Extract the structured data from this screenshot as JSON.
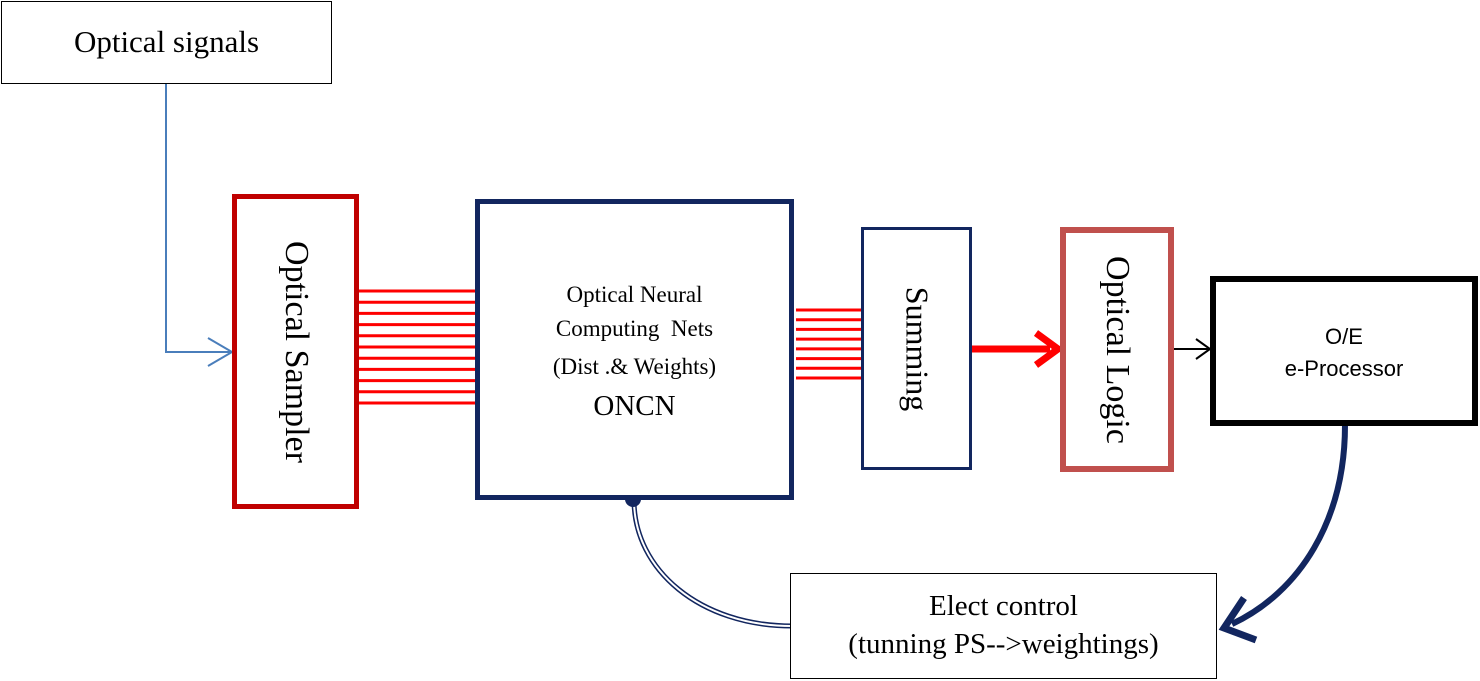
{
  "nodes": {
    "optical_signals": "Optical signals",
    "optical_sampler": "Optical Sampler",
    "oncn": {
      "line1": "Optical Neural",
      "line2": "Computing  Nets",
      "line3": "(Dist .& Weights)",
      "line4": "ONCN"
    },
    "summing": "Summing",
    "optical_logic": "Optical Logic",
    "oe_processor": {
      "line1": "O/E",
      "line2": "e-Processor"
    },
    "elect_control": {
      "line1": "Elect control",
      "line2": "(tunning PS-->weightings)"
    }
  },
  "colors": {
    "sampler_red": "#c00000",
    "oncn_navy": "#12265f",
    "logic_rose": "#c0504d",
    "signal_blue": "#4a7ebb",
    "bus_red": "#ff0000",
    "black": "#000000"
  }
}
